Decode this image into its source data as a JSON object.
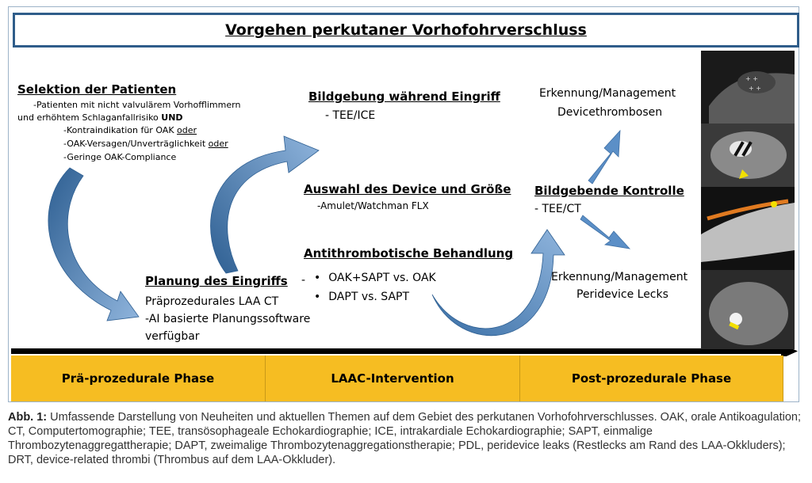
{
  "title": "Vorgehen perkutaner Vorhofohrverschluss",
  "selektion": {
    "heading": "Selektion der Patienten",
    "line1": "-Patienten mit nicht valvulärem Vorhofflimmern",
    "line2_pre": "und erhöhtem Schlaganfallrisiko ",
    "line2_bold": "UND",
    "line3_pre": "-Kontraindikation für OAK ",
    "line3_u": "oder",
    "line4_pre": "-OAK-Versagen/Unverträglichkeit ",
    "line4_u": "oder",
    "line5": "-Geringe OAK-Compliance"
  },
  "planung": {
    "heading": "Planung des Eingriffs",
    "dash": "-",
    "line1": "Präprozedurales LAA CT",
    "line2": "-AI basierte Planungssoftware",
    "line3": "verfügbar"
  },
  "bildgebung": {
    "heading": "Bildgebung während Eingriff",
    "line1": "- TEE/ICE"
  },
  "auswahl": {
    "heading": "Auswahl des  Device und Größe",
    "line1": "-Amulet/Watchman FLX"
  },
  "antithrombotisch": {
    "heading": "Antithrombotische Behandlung",
    "items": [
      "OAK+SAPT vs. OAK",
      "DAPT vs. SAPT"
    ]
  },
  "kontrolle": {
    "heading": "Bildgebende Kontrolle",
    "line1": "- TEE/CT"
  },
  "thrombosen": {
    "line1": "Erkennung/Management",
    "line2": "Devicethrombosen"
  },
  "lecks": {
    "line1": "Erkennung/Management",
    "line2": "Peridevice Lecks"
  },
  "phases": [
    "Prä-prozedurale Phase",
    "LAAC-Intervention",
    "Post-prozedurale Phase"
  ],
  "caption": {
    "label": "Abb. 1:",
    "text": " Umfassende Darstellung von Neuheiten und aktuellen Themen auf dem Gebiet des perkutanen Vorhofohrverschlusses. OAK, orale Antikoagulation; CT, Computertomographie; TEE, transösophageale Echokardiographie; ICE, intrakardiale Echokardiographie; SAPT, einmalige Thrombozytenaggregattherapie; DAPT, zweimalige Thrombozytenaggregationstherapie; PDL, peridevice leaks (Restlecks am Rand des LAA-Okkluders); DRT, device-related thrombi (Thrombus auf dem LAA-Okkluder)."
  },
  "colors": {
    "arrow_dark": "#2e5f92",
    "arrow_light": "#8fb4dc",
    "phase_bar": "#f6bd22",
    "title_border": "#2f5d8a",
    "timeline": "#000000"
  }
}
